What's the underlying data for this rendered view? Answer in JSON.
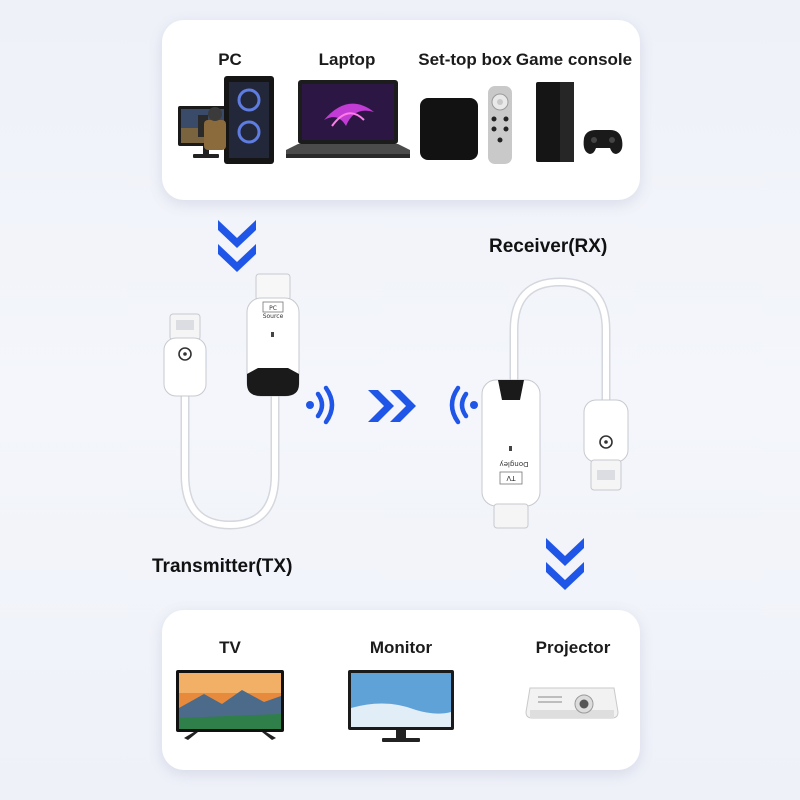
{
  "sources": {
    "pc": "PC",
    "laptop": "Laptop",
    "settop": "Set-top box",
    "console": "Game console"
  },
  "devices": {
    "receiver": "Receiver(RX)",
    "transmitter": "Transmitter(TX)",
    "tx_tag_top": "PC",
    "tx_tag_bottom": "Source",
    "rx_tag_top": "Dongley",
    "rx_tag_bottom": "TV"
  },
  "outputs": {
    "tv": "TV",
    "monitor": "Monitor",
    "projector": "Projector"
  },
  "colors": {
    "accent": "#1f56e8",
    "panel": "#ffffff",
    "text": "#111111"
  }
}
